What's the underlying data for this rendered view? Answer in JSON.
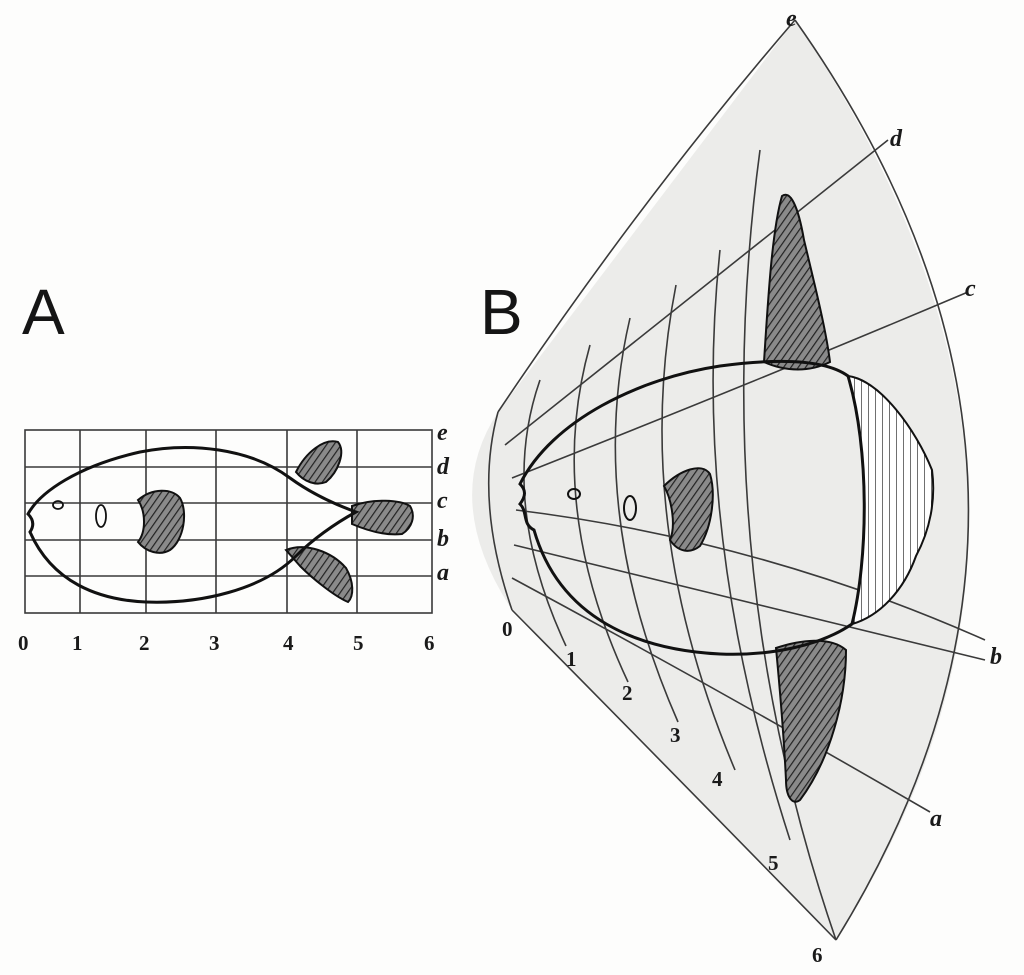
{
  "panels": {
    "a": {
      "label": "A",
      "column_labels": [
        "0",
        "1",
        "2",
        "3",
        "4",
        "5",
        "6"
      ],
      "row_labels": [
        "e",
        "d",
        "c",
        "b",
        "a"
      ]
    },
    "b": {
      "label": "B",
      "column_labels": [
        "0",
        "1",
        "2",
        "3",
        "4",
        "5",
        "6"
      ],
      "row_labels": [
        "e",
        "d",
        "c",
        "b",
        "a"
      ]
    }
  },
  "colors": {
    "ink": "#111111",
    "paper": "#fdfdfc",
    "warped_paper": "#ececea"
  }
}
